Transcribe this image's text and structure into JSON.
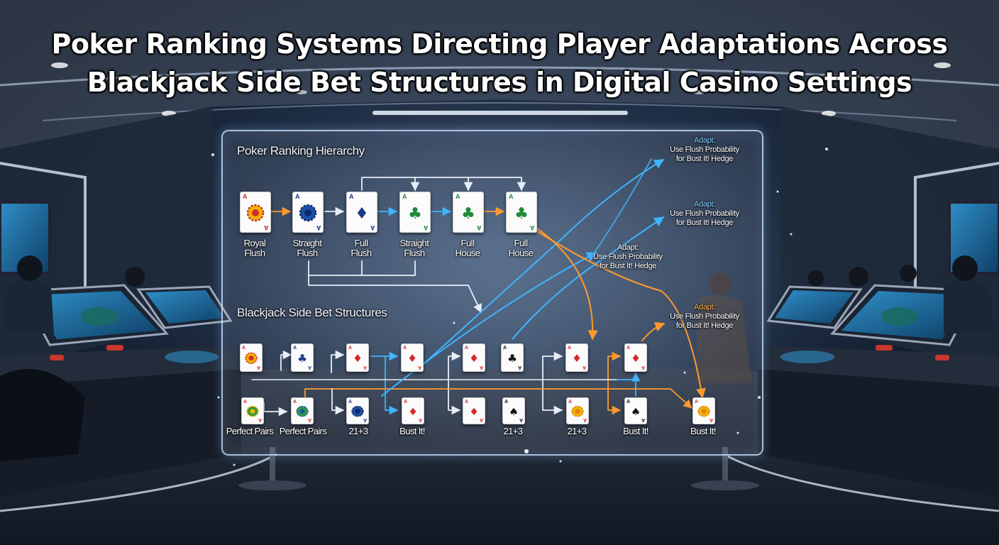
{
  "title_line1": "Poker Ranking Systems Directing Player Adaptations Across",
  "title_line2": "Blackjack Side Bet Structures in Digital Casino Settings",
  "poker_section": {
    "heading": "Poker Ranking Hierarchy",
    "hands": [
      {
        "line1": "Royal",
        "line2": "Flush",
        "rank": "A",
        "suit": "chip",
        "color": "#d42a2a"
      },
      {
        "line1": "Straight",
        "line2": "Flush",
        "rank": "A",
        "suit": "chip-blue",
        "color": "#1a3a8a"
      },
      {
        "line1": "Full",
        "line2": "Flush",
        "rank": "A",
        "suit": "♦",
        "color": "#1a3a8a"
      },
      {
        "line1": "Straight",
        "line2": "Flush",
        "rank": "A",
        "suit": "♣",
        "color": "#1f8a3a"
      },
      {
        "line1": "Full",
        "line2": "House",
        "rank": "A",
        "suit": "♣",
        "color": "#1f8a3a"
      },
      {
        "line1": "Full",
        "line2": "House",
        "rank": "A",
        "suit": "♣",
        "color": "#1f8a3a"
      }
    ]
  },
  "blackjack_section": {
    "heading": "Blackjack Side Bet Structures",
    "top_row": [
      {
        "rank": "A",
        "suit": "chip",
        "color": "#d42a2a"
      },
      {
        "rank": "A",
        "suit": "♣",
        "color": "#1a3a8a"
      },
      {
        "rank": "A",
        "suit": "♦",
        "color": "#d42a2a"
      },
      {
        "rank": "A",
        "suit": "♦",
        "color": "#d42a2a"
      },
      {
        "rank": "A",
        "suit": "♦",
        "color": "#d42a2a"
      },
      {
        "rank": "A",
        "suit": "♣",
        "color": "#111111"
      },
      {
        "rank": "A",
        "suit": "♦",
        "color": "#d42a2a"
      },
      {
        "rank": "A",
        "suit": "♦",
        "color": "#d42a2a"
      }
    ],
    "bottom_row": [
      {
        "rank": "A",
        "suit": "chip-green",
        "color": "#d42a2a",
        "label": "Perfect Pairs"
      },
      {
        "rank": "A",
        "suit": "chip-multi",
        "color": "#d42a2a",
        "label": "Perfect Pairs"
      },
      {
        "rank": "A",
        "suit": "chip-blue",
        "color": "#1a3a8a",
        "label": "21+3"
      },
      {
        "rank": "A",
        "suit": "♦",
        "color": "#d42a2a",
        "label": "Bust It!"
      },
      {
        "rank": "A",
        "suit": "♦",
        "color": "#d42a2a",
        "label": ""
      },
      {
        "rank": "A",
        "suit": "♠",
        "color": "#111111",
        "label": "21+3"
      },
      {
        "rank": "A",
        "suit": "chip-gold",
        "color": "#d4a020",
        "label": "21+3"
      },
      {
        "rank": "A",
        "suit": "♠",
        "color": "#111111",
        "label": "Bust It!"
      },
      {
        "rank": "A",
        "suit": "chip-gold",
        "color": "#d4a020",
        "label": "Bust It!"
      }
    ]
  },
  "adaptations": [
    {
      "heading": "Adapt:",
      "line1": "Use Flush Probability",
      "line2": "for Bust It! Hedge",
      "heading_color": "#7fd0ff"
    },
    {
      "heading": "Adapt:",
      "line1": "Use Flush Probability",
      "line2": "for Bust It! Hedge",
      "heading_color": "#7fd0ff"
    },
    {
      "heading": "Adapt:",
      "line1": "Use Flush Probability",
      "line2": "for Bust It! Hedge",
      "heading_color": "#ffffff"
    },
    {
      "heading": "Adapt:",
      "line1": "Use Flush Probability",
      "line2": "for Bust It! Hedge",
      "heading_color": "#ffb050"
    }
  ],
  "colors": {
    "flow_white": "#e8eef8",
    "flow_blue": "#3fb4ff",
    "flow_orange": "#ff9a2e",
    "panel_border": "#cde1ff"
  }
}
